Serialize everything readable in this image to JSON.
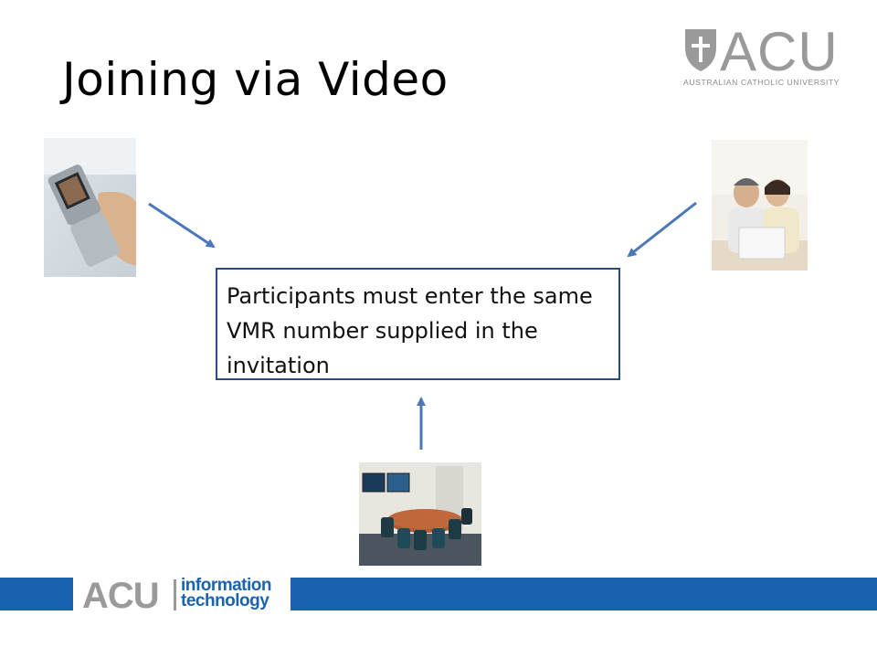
{
  "slide": {
    "title": "Joining via Video",
    "box_text": "Participants must enter the same VMR number supplied in the invitation"
  },
  "logo": {
    "letters": "ACU",
    "university": "AUSTRALIAN CATHOLIC UNIVERSITY"
  },
  "footer": {
    "acu": "ACU",
    "it_line1": "information",
    "it_line2": "technology"
  },
  "colors": {
    "accent": "#1b62b0",
    "arrow": "#4a78b8",
    "box_border": "#2a4a80",
    "logo_gray": "#9a9a9a"
  }
}
